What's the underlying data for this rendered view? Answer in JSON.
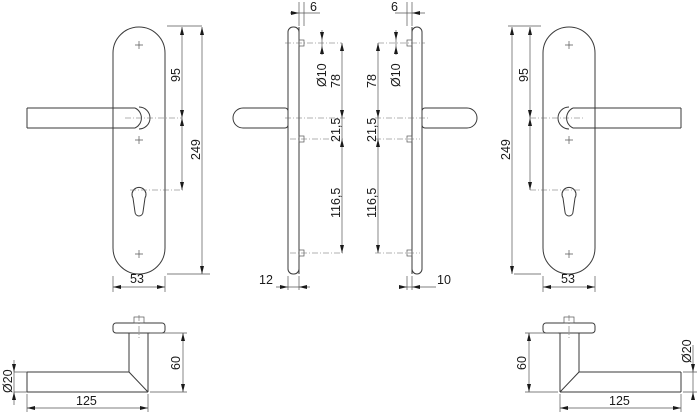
{
  "drawing": {
    "title": "Door handle set technical dimensions",
    "front_left": {
      "handle_to_top": "95",
      "total_height": "249",
      "plate_width": "53"
    },
    "side_left": {
      "top_offset": "6",
      "hole_diameter": "Ø10",
      "top_to_handle": "78",
      "handle_to_screw": "21,5",
      "screw_to_bottom": "116,5",
      "plate_thickness": "12"
    },
    "side_right": {
      "top_offset": "6",
      "hole_diameter": "Ø10",
      "top_to_handle": "78",
      "handle_to_screw": "21,5",
      "screw_to_bottom": "116,5",
      "plate_thickness": "10"
    },
    "front_right": {
      "handle_to_top": "95",
      "total_height": "249",
      "plate_width": "53"
    },
    "lever_left": {
      "diameter": "Ø20",
      "length": "125",
      "projection": "60"
    },
    "lever_right": {
      "diameter": "Ø20",
      "length": "125",
      "projection": "60"
    }
  }
}
